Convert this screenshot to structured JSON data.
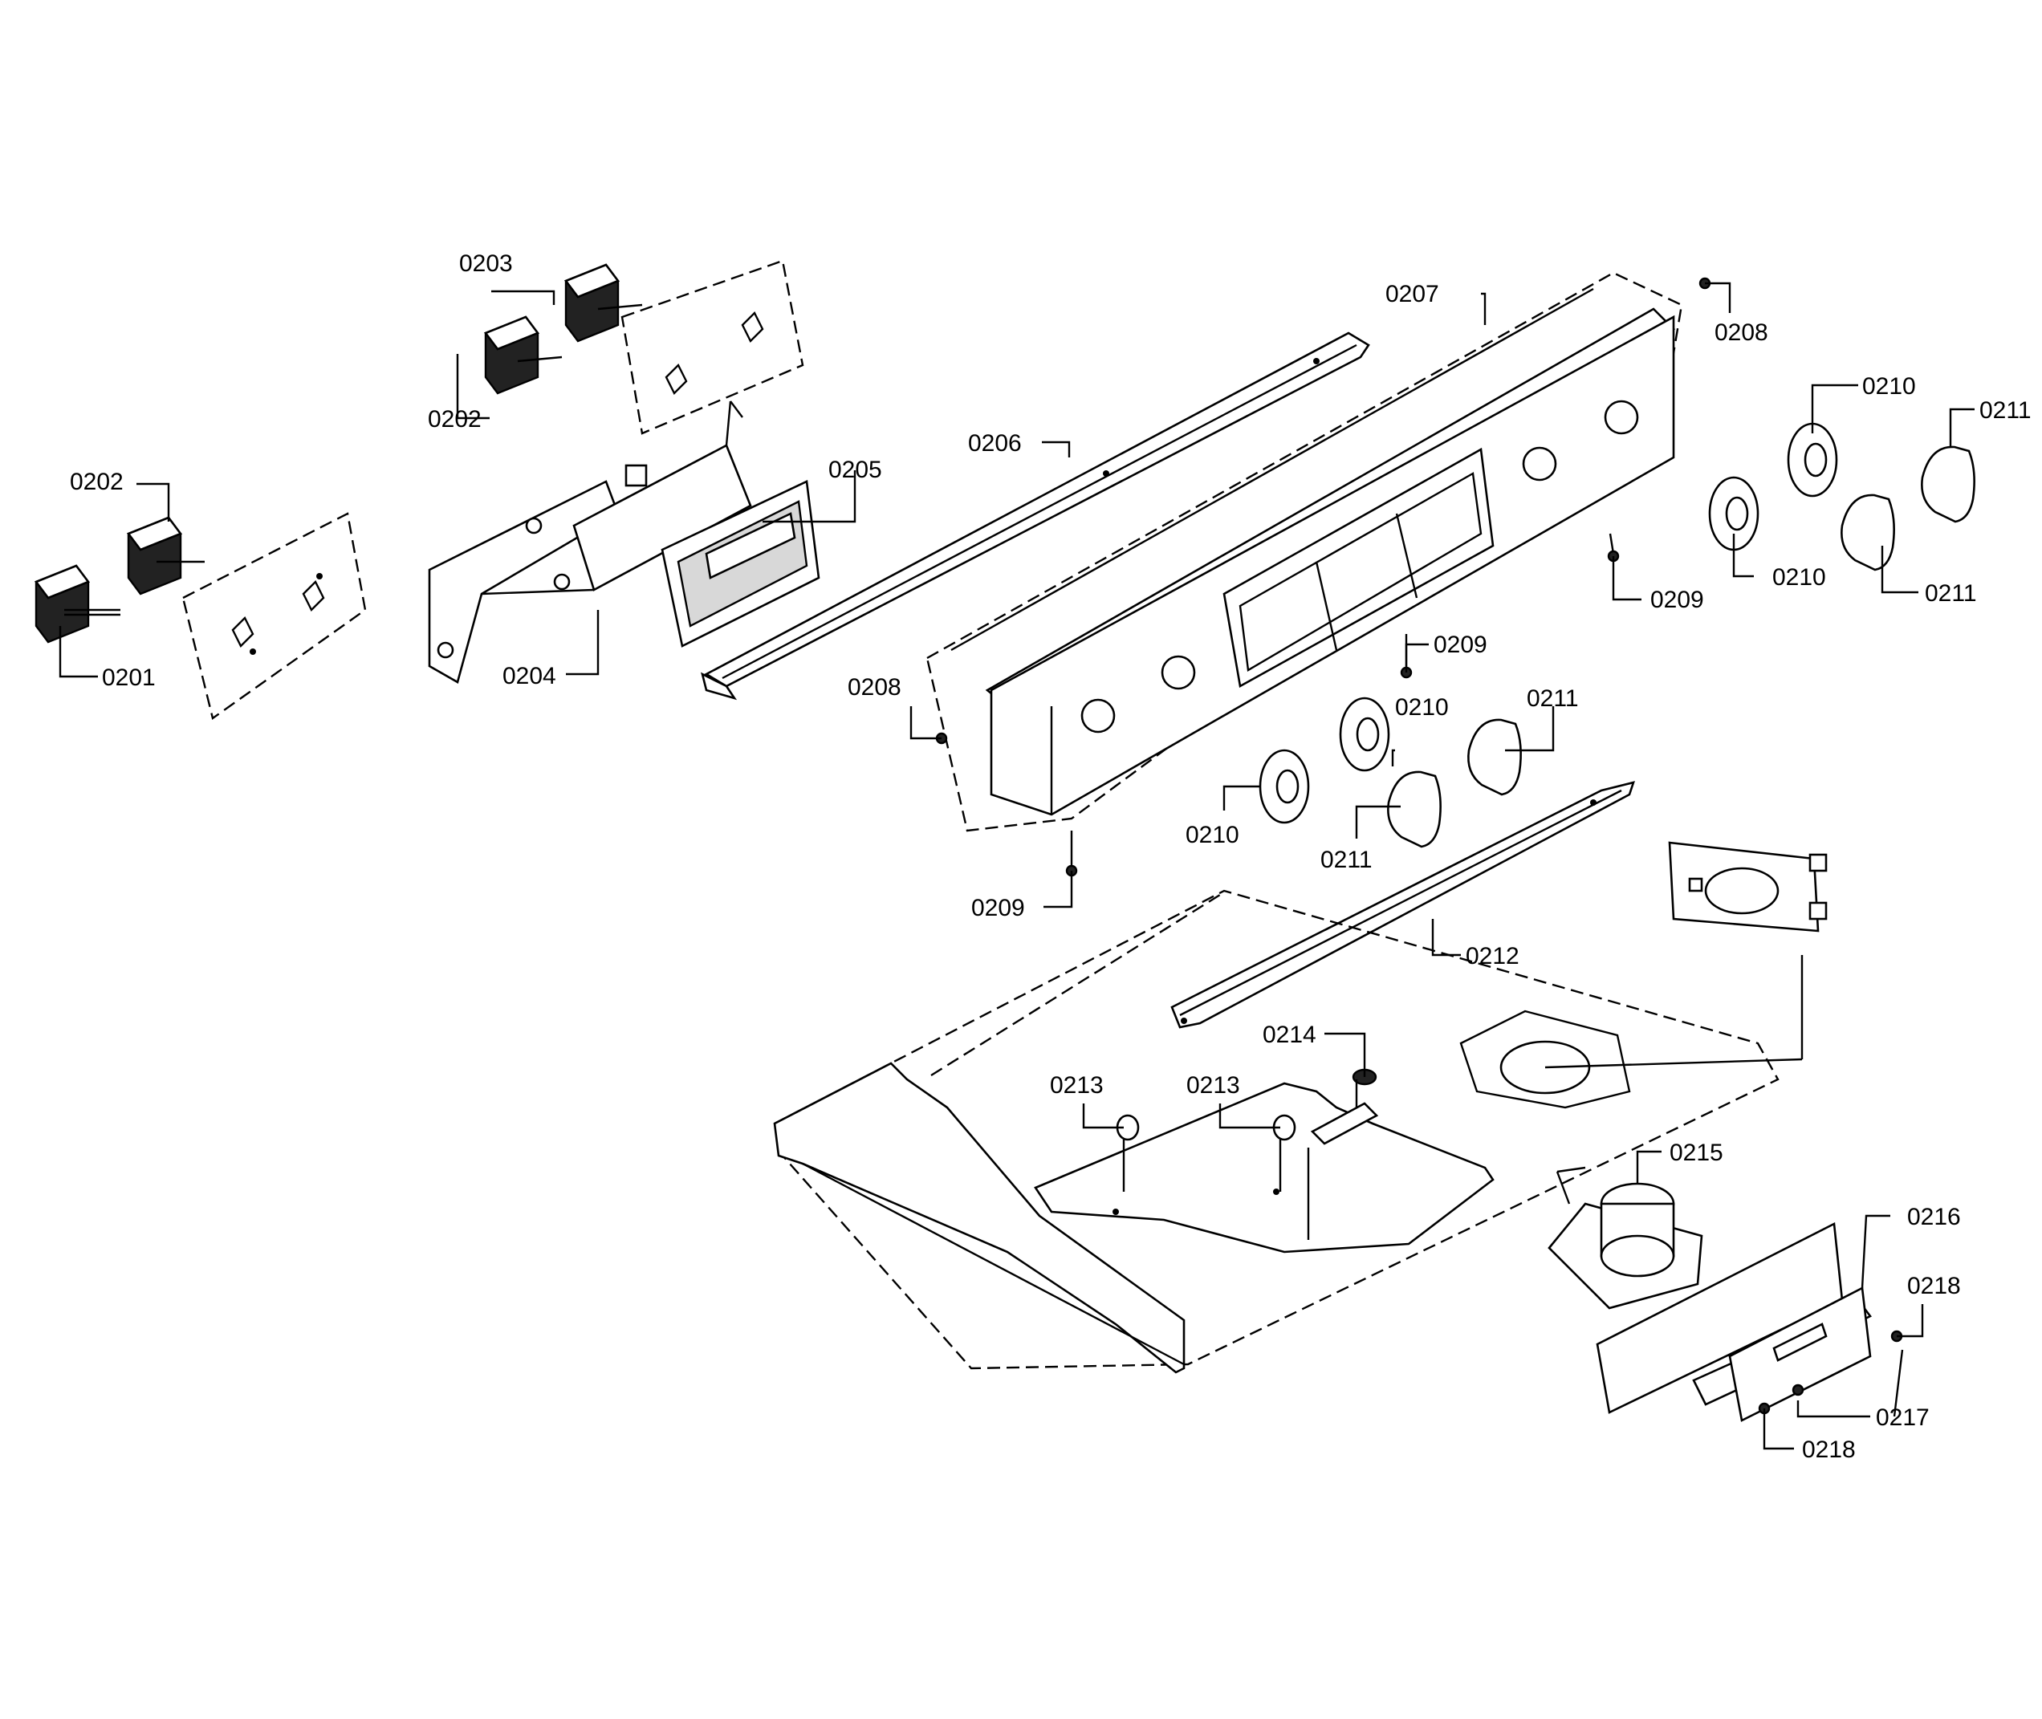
{
  "diagram": {
    "callouts": [
      {
        "id": "c0201",
        "text": "0201"
      },
      {
        "id": "c0202a",
        "text": "0202"
      },
      {
        "id": "c0202b",
        "text": "0202"
      },
      {
        "id": "c0203",
        "text": "0203"
      },
      {
        "id": "c0204",
        "text": "0204"
      },
      {
        "id": "c0205",
        "text": "0205"
      },
      {
        "id": "c0206",
        "text": "0206"
      },
      {
        "id": "c0207",
        "text": "0207"
      },
      {
        "id": "c0208a",
        "text": "0208"
      },
      {
        "id": "c0208b",
        "text": "0208"
      },
      {
        "id": "c0209a",
        "text": "0209"
      },
      {
        "id": "c0209b",
        "text": "0209"
      },
      {
        "id": "c0209c",
        "text": "0209"
      },
      {
        "id": "c0210a",
        "text": "0210"
      },
      {
        "id": "c0210b",
        "text": "0210"
      },
      {
        "id": "c0210c",
        "text": "0210"
      },
      {
        "id": "c0210d",
        "text": "0210"
      },
      {
        "id": "c0211a",
        "text": "0211"
      },
      {
        "id": "c0211b",
        "text": "0211"
      },
      {
        "id": "c0211c",
        "text": "0211"
      },
      {
        "id": "c0211d",
        "text": "0211"
      },
      {
        "id": "c0212",
        "text": "0212"
      },
      {
        "id": "c0213a",
        "text": "0213"
      },
      {
        "id": "c0213b",
        "text": "0213"
      },
      {
        "id": "c0214",
        "text": "0214"
      },
      {
        "id": "c0215",
        "text": "0215"
      },
      {
        "id": "c0216",
        "text": "0216"
      },
      {
        "id": "c0217",
        "text": "0217"
      },
      {
        "id": "c0218a",
        "text": "0218"
      },
      {
        "id": "c0218b",
        "text": "0218"
      }
    ]
  }
}
